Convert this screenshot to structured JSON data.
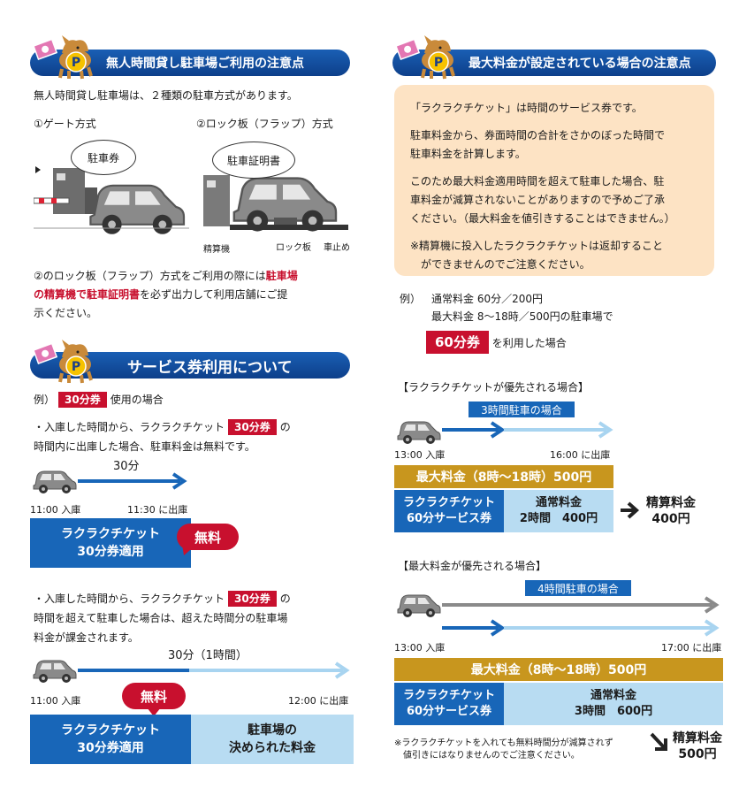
{
  "left": {
    "sec1": {
      "title": "無人時間貸し駐車場ご利用の注意点",
      "intro": "無人時間貸し駐車場は、２種類の駐車方式があります。",
      "method1": "①ゲート方式",
      "method2": "②ロック板（フラップ）方式",
      "bubble1": "駐車券",
      "bubble2": "駐車証明書",
      "label_machine": "精算機",
      "label_lock": "ロック板",
      "label_stop": "車止め",
      "note_a": "②のロック板（フラップ）方式をご利用の際には",
      "note_b": "駐車場",
      "note_c": "の精算機で駐車証明書",
      "note_d": "を必ず出力して利用店舗にご提",
      "note_e": "示ください。"
    },
    "sec2": {
      "title": "サービス券利用について",
      "ex_prefix": "例）",
      "ticket30": "30分券",
      "ex_suffix": "使用の場合",
      "b1_a": "・入庫した時間から、ラクラクチケット",
      "b1_b": "の",
      "b1_c": "時間内に出庫した場合、駐車料金は無料です。",
      "d1_dur": "30分",
      "d1_in": "11:00 入庫",
      "d1_out": "11:30 に出庫",
      "d1_box_1": "ラクラクチケット",
      "d1_box_2": "30分券適用",
      "free": "無料",
      "b2_a": "・入庫した時間から、ラクラクチケット",
      "b2_b": "の",
      "b2_c": "時間を超えて駐車した場合は、超えた時間分の駐車場",
      "b2_d": "料金が課金されます。",
      "d2_dur": "30分（1時間）",
      "d2_in": "11:00 入庫",
      "d2_out": "12:00 に出庫",
      "d2_box_1": "ラクラクチケット",
      "d2_box_2": "30分券適用",
      "d2_right_1": "駐車場の",
      "d2_right_2": "決められた料金"
    }
  },
  "right": {
    "sec3": {
      "title": "最大料金が設定されている場合の注意点",
      "p1": "「ラクラクチケット」は時間のサービス券です。",
      "p2_1": "駐車料金から、券面時間の合計をさかのぼった時間で",
      "p2_2": "駐車料金を計算します。",
      "p3_1": "このため最大料金適用時間を超えて駐車した場合、駐",
      "p3_2": "車料金が減算されないことがありますので予めご了承",
      "p3_3": "ください。（最大料金を値引きすることはできません。）",
      "p4_1": "※精算機に投入したラクラクチケットは返却すること",
      "p4_2": "ができませんのでご注意ください。",
      "ex_prefix": "例）",
      "ex_1": "通常料金 60分／200円",
      "ex_2": "最大料金 8～18時／500円の駐車場で",
      "ticket60": "60分券",
      "ex_3": "を利用した場合"
    },
    "case1": {
      "heading": "【ラクラクチケットが優先される場合】",
      "label": "3時間駐車の場合",
      "in": "13:00 入庫",
      "out": "16:00 に出庫",
      "max": "最大料金（8時～18時）500円",
      "ticket_1": "ラクラクチケット",
      "ticket_2": "60分サービス券",
      "normal_1": "通常料金",
      "normal_2": "2時間　400円",
      "result_1": "精算料金",
      "result_2": "400円"
    },
    "case2": {
      "heading": "【最大料金が優先される場合】",
      "label": "4時間駐車の場合",
      "in": "13:00 入庫",
      "out": "17:00 に出庫",
      "max": "最大料金（8時～18時）500円",
      "ticket_1": "ラクラクチケット",
      "ticket_2": "60分サービス券",
      "normal_1": "通常料金",
      "normal_2": "3時間　600円",
      "footnote_1": "※ラクラクチケットを入れても無料時間分が減算されず",
      "footnote_2": "値引きにはなりませんのでご注意ください。",
      "result_1": "精算料金",
      "result_2": "500円"
    }
  },
  "colors": {
    "blue": "#1866b8",
    "light_blue": "#b8dcf2",
    "gold": "#c8961e",
    "red": "#c8102e",
    "peach": "#fde3c4"
  }
}
